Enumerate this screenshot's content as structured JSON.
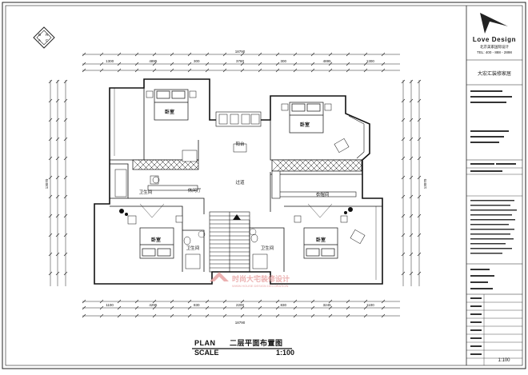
{
  "drawing": {
    "plan_label": "PLAN",
    "plan_title": "二层平面布置图",
    "scale_label": "SCALE",
    "scale_value": "1:100"
  },
  "title_block": {
    "brand": "Love Design",
    "brand_sub": "北京美家国际设计",
    "brand_tel": "TEL: 400 - 888 - 2898",
    "company": "大宏汇装修家居",
    "bottom_scale": "1:100"
  },
  "rooms": {
    "master_top": "卧室",
    "bedroom_top_right": "卧室",
    "bath_left": "卫生间",
    "stair_area": "休闲厅",
    "corridor": "过道",
    "closet_right": "衣帽间",
    "bedroom_bottom_left": "卧室",
    "bath_bottom_left": "卫生间",
    "bath_bottom_right": "卫生间",
    "bedroom_bottom_right": "卧室",
    "balcony": "阳台"
  },
  "dimensions": {
    "top_total": "18790",
    "bottom_total": "18790",
    "left_total": "13070",
    "right_total": "13070",
    "top_segments": [
      "1300",
      "4895",
      "300",
      "3780",
      "300",
      "4895",
      "1300"
    ],
    "bottom_segments": [
      "1100",
      "4295",
      "830",
      "2200",
      "830",
      "3245",
      "1100"
    ]
  },
  "watermark": {
    "text": "时尚大宅装修设计",
    "sub": "WWW.HOUSE DESIGN DECORATION"
  },
  "colors": {
    "ink": "#111111",
    "watermark": "#e8a3a3"
  }
}
